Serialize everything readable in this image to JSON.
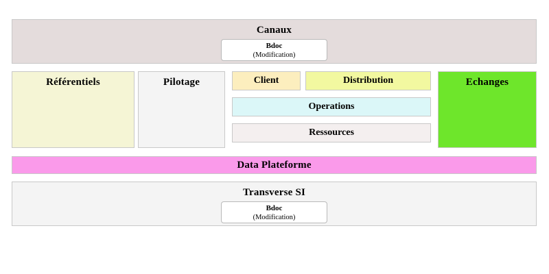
{
  "diagram": {
    "title_font_color": "#000000",
    "bdoc_label": "Bdoc",
    "bdoc_sublabel": "(Modification)",
    "rows": {
      "canaux": {
        "label": "Canaux",
        "color": "#e4dcdc",
        "bdoc": {
          "label": "Bdoc",
          "sublabel": "(Modification)"
        }
      },
      "referentiels": {
        "label": "Référentiels",
        "color": "#f5f5d5"
      },
      "pilotage": {
        "label": "Pilotage",
        "color": "#f4f4f4"
      },
      "client": {
        "label": "Client",
        "color": "#fceebe"
      },
      "distribution": {
        "label": "Distribution",
        "color": "#f2f8a0"
      },
      "operations": {
        "label": "Operations",
        "color": "#dbf7f8"
      },
      "ressources": {
        "label": "Ressources",
        "color": "#f4efef"
      },
      "echanges": {
        "label": "Echanges",
        "color": "#6ee62b"
      },
      "data_plateforme": {
        "label": "Data Plateforme",
        "color": "#fa9aea"
      },
      "transverse_si": {
        "label": "Transverse SI",
        "color": "#f4f4f4",
        "bdoc": {
          "label": "Bdoc",
          "sublabel": "(Modification)"
        }
      }
    }
  }
}
